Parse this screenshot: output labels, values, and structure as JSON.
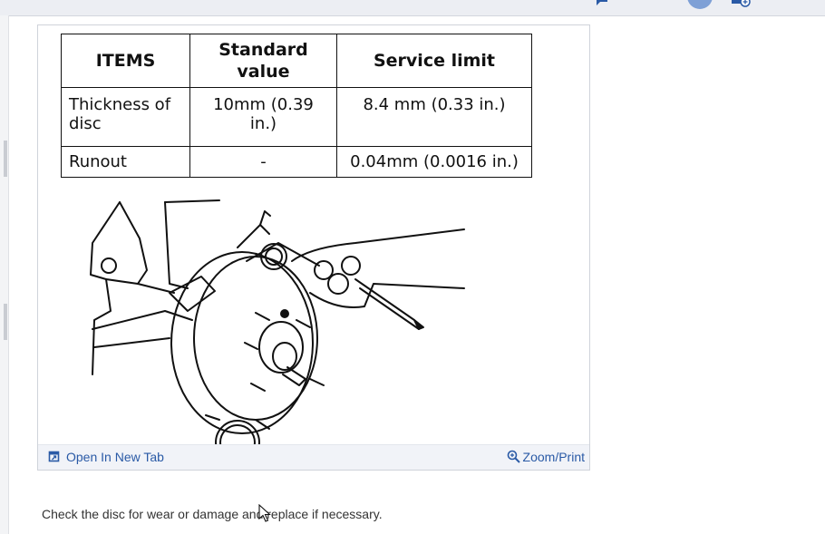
{
  "table": {
    "headers": [
      "ITEMS",
      "Standard value",
      "Service limit"
    ],
    "rows": [
      {
        "item": "Thickness of disc",
        "standard": "10mm (0.39 in.)",
        "limit": "8.4 mm (0.33 in.)"
      },
      {
        "item": "Runout",
        "standard": "-",
        "limit": "0.04mm (0.0016 in.)"
      }
    ]
  },
  "figure_footer": {
    "open_new_tab": "Open In New Tab",
    "zoom_print": "Zoom/Print"
  },
  "caption": "Check the disc for wear or damage and replace if necessary.",
  "icons": {
    "open_new_tab": "open-in-new-tab-icon",
    "zoom": "zoom-icon"
  },
  "colors": {
    "link": "#2a5aa6",
    "avatar": "#7ea0d6"
  }
}
